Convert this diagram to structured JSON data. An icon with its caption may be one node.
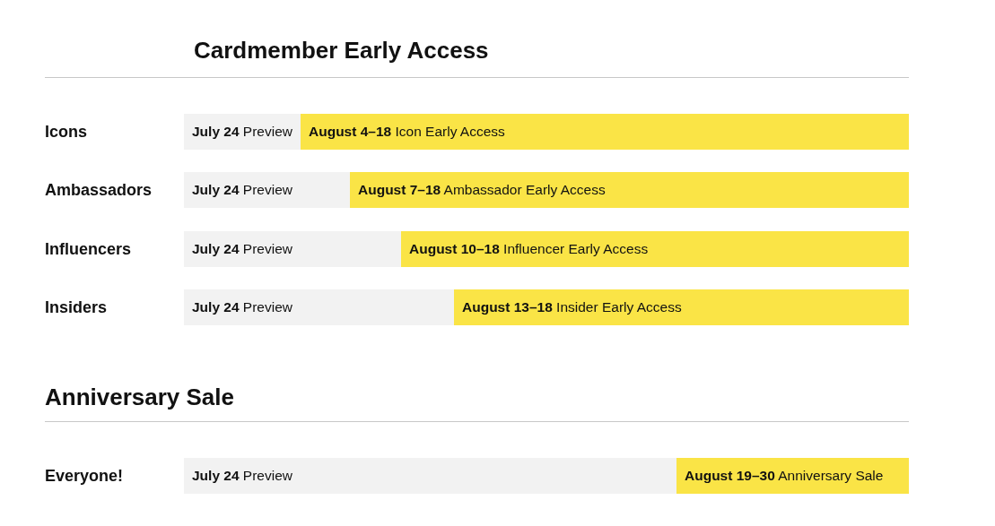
{
  "diagram": {
    "title": "Cardmember Early Access",
    "nodes": [
      {
        "text": [
          "**July 24** Preview"
        ]
      },
      {
        "text": [
          "**August 4–18** Icon Early Access"
        ]
      },
      {
        "text": [
          "**July 24** Preview"
        ]
      },
      {
        "text": [
          "**August 7–18** Ambassador Early Access"
        ]
      },
      {
        "text": [
          "**July 24** Preview"
        ]
      },
      {
        "text": [
          "**August 10–18** Influencer Early Access"
        ]
      },
      {
        "text": [
          "**July 24** Preview"
        ]
      },
      {
        "text": [
          "**August 13–18** Insider Early Access"
        ]
      },
      {
        "text": [
          "**July 24** Preview"
        ]
      },
      {
        "text": [
          "**August 19–30** Anniversary Sale"
        ]
      }
    ],
    "labels": [
      "Icons",
      "Ambassadors",
      "Influencers",
      "Insiders",
      "Anniversary Sale",
      "Everyone!"
    ]
  }
}
